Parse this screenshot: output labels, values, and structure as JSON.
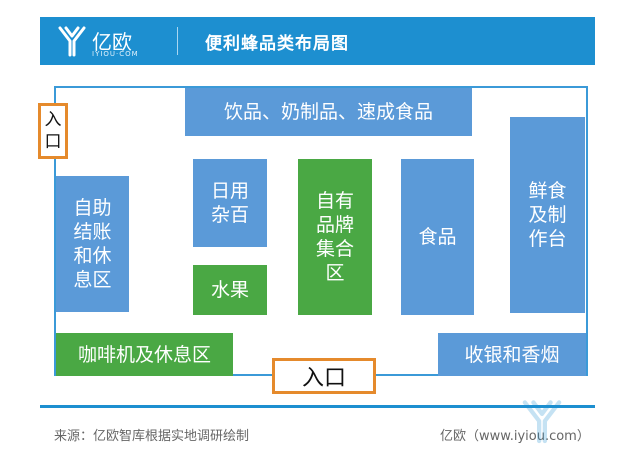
{
  "header": {
    "logo_text": "亿欧",
    "logo_sub": "IYIOU·COM",
    "title": "便利蜂品类布局图"
  },
  "zones": {
    "drinks": "饮品、奶制品、速成食品",
    "self_checkout": "自助结账和休息区",
    "daily_goods": "日用杂百",
    "fruit": "水果",
    "private_label": "自有品牌集合区",
    "food": "食品",
    "fresh": "鲜食及制作台",
    "coffee": "咖啡机及休息区",
    "cashier": "收银和香烟"
  },
  "entrances": {
    "side": "入口",
    "bottom": "入口"
  },
  "colors": {
    "header_bg": "#1d8fd0",
    "zone_blue": "#5b9ad8",
    "zone_green": "#4aa844",
    "entrance_border": "#e58a2c"
  },
  "footer": {
    "source": "来源：亿欧智库根据实地调研绘制",
    "credit": "亿欧（www.iyiou.com）"
  }
}
